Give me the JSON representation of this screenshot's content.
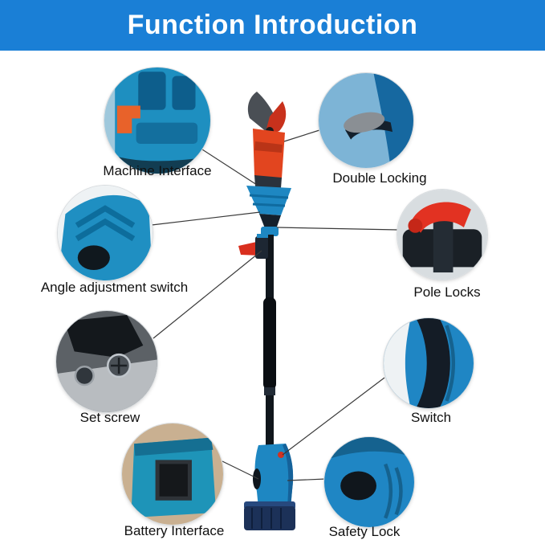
{
  "header": {
    "title": "Function Introduction"
  },
  "colors": {
    "banner_blue": "#1a7fd6",
    "tool_blue": "#1e87c2",
    "pruner_red": "#e2451f",
    "lever_red": "#d92f1e",
    "pole_black": "#10161c",
    "label_text": "#101010"
  },
  "product": {
    "name": "cordless-telescopic-pole-pruner-illustration"
  },
  "callouts": [
    {
      "id": "machine-interface",
      "label": "Machine Interface",
      "image": "machine-interface-closeup"
    },
    {
      "id": "double-locking",
      "label": "Double Locking",
      "image": "double-locking-closeup"
    },
    {
      "id": "angle-adjustment-switch",
      "label": "Angle adjustment switch",
      "image": "angle-adjustment-switch-closeup"
    },
    {
      "id": "pole-locks",
      "label": "Pole Locks",
      "image": "pole-locks-closeup"
    },
    {
      "id": "set-screw",
      "label": "Set screw",
      "image": "set-screw-closeup"
    },
    {
      "id": "switch",
      "label": "Switch",
      "image": "switch-closeup"
    },
    {
      "id": "battery-interface",
      "label": "Battery Interface",
      "image": "battery-interface-closeup"
    },
    {
      "id": "safety-lock",
      "label": "Safety Lock",
      "image": "safety-lock-closeup"
    }
  ]
}
